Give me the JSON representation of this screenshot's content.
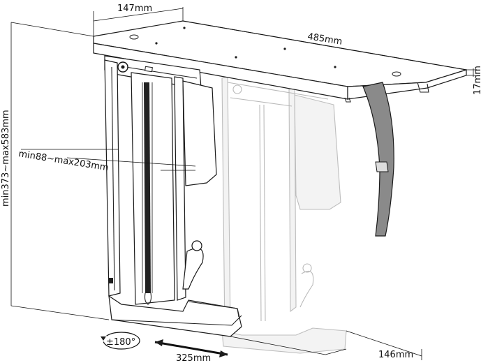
{
  "dimensions": {
    "top_width": "147mm",
    "top_length": "485mm",
    "plate_thickness": "17mm",
    "height_range": "min373~max583mm",
    "width_range": "min88~max203mm",
    "rotation": "±180°",
    "slide": "325mm",
    "base_depth": "146mm"
  }
}
